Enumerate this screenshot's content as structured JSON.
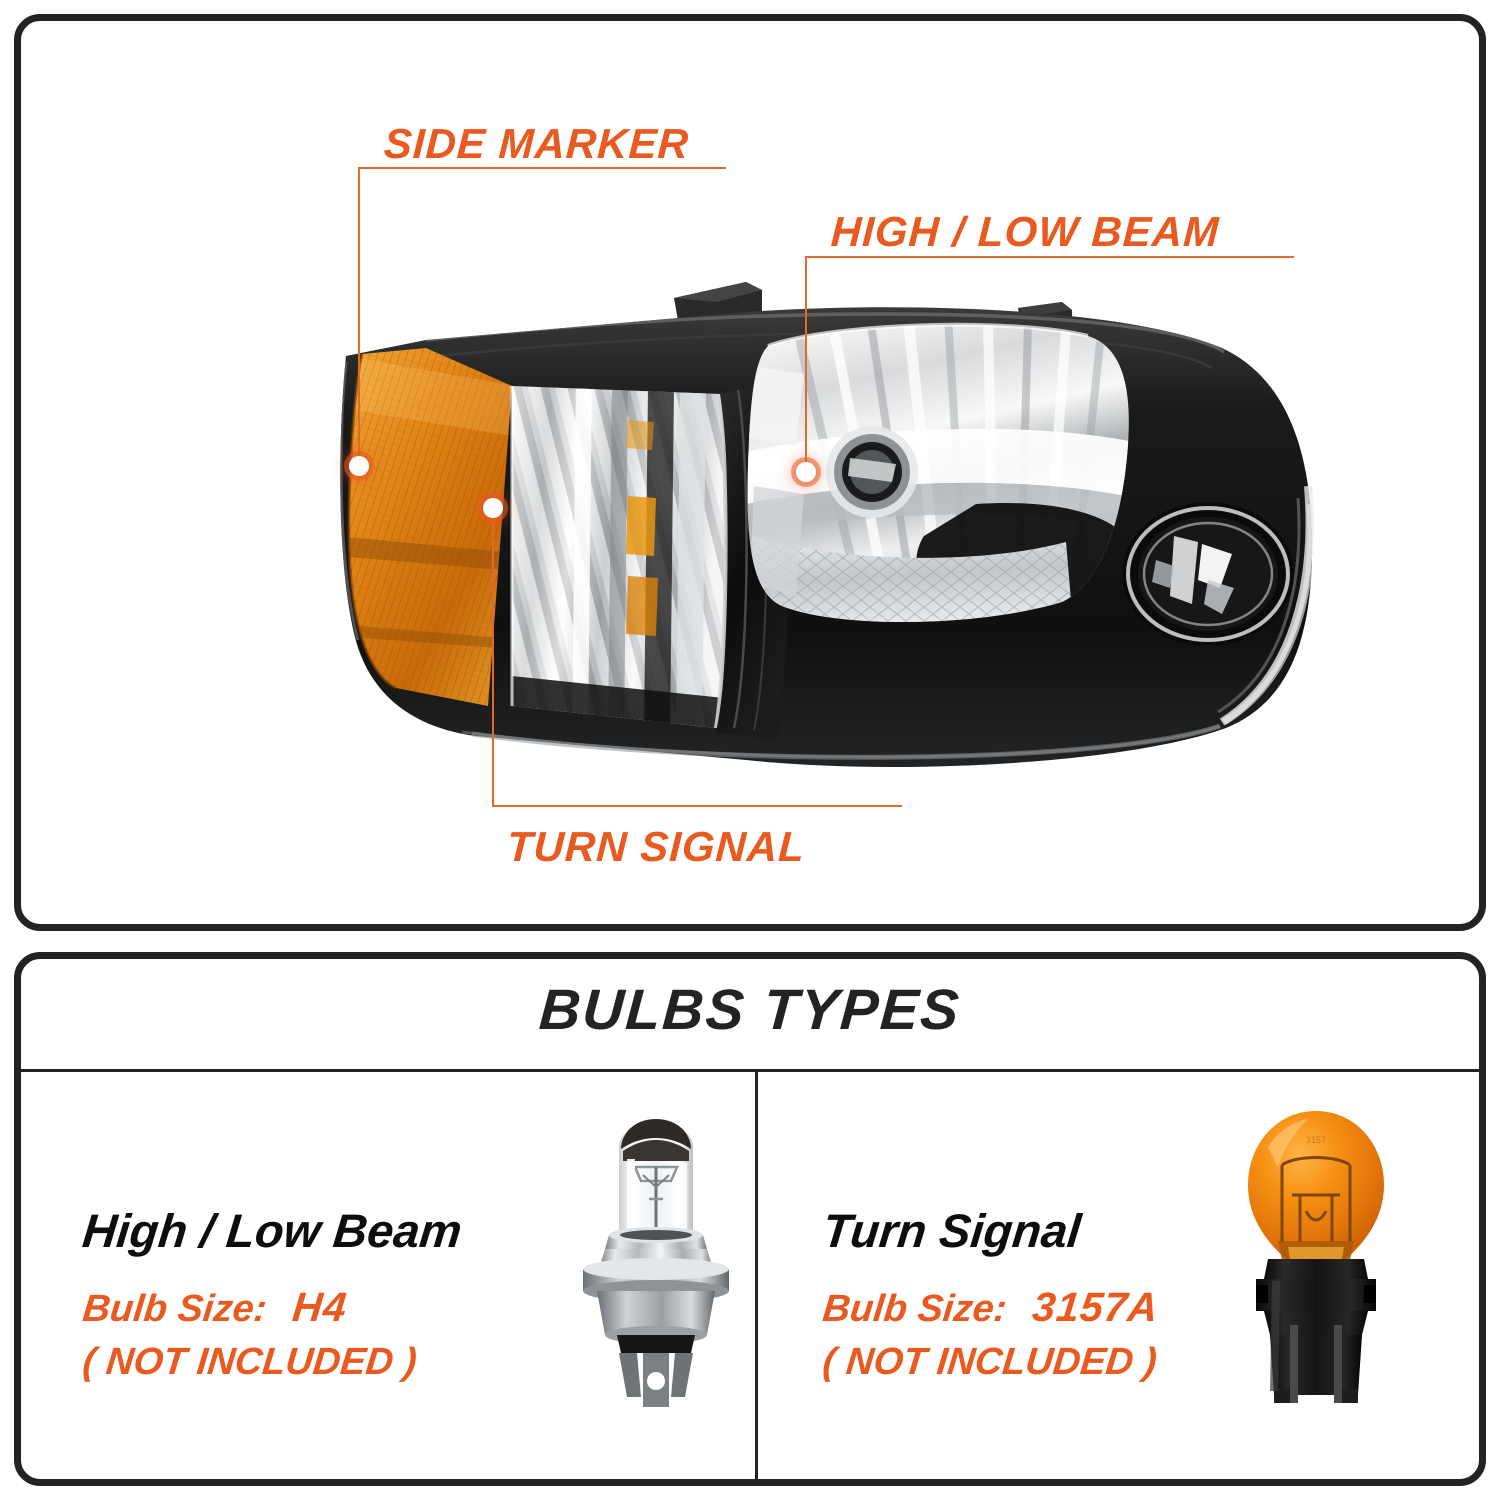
{
  "product": {
    "type": "headlight-assembly-infographic",
    "accent_color": "#E85A20",
    "frame_color": "#232323",
    "lens_amber_color": "#E08A12",
    "housing_color": "#151515"
  },
  "diagram": {
    "callouts": [
      {
        "id": "side-marker",
        "label": "SIDE MARKER"
      },
      {
        "id": "high-low-beam",
        "label": "HIGH / LOW BEAM"
      },
      {
        "id": "turn-signal",
        "label": "TURN SIGNAL"
      }
    ]
  },
  "bulbs": {
    "title": "BULBS TYPES",
    "items": [
      {
        "id": "high-low-beam",
        "name": "High / Low Beam",
        "size_label": "Bulb Size:",
        "size_value": "H4",
        "note": "( NOT INCLUDED )",
        "art": "halogen-h4-bulb",
        "art_color": "#cfd2d4"
      },
      {
        "id": "turn-signal",
        "name": "Turn Signal",
        "size_label": "Bulb Size:",
        "size_value": "3157A",
        "note": "( NOT INCLUDED )",
        "art": "amber-3157a-bulb",
        "art_color": "#F08A15"
      }
    ]
  }
}
